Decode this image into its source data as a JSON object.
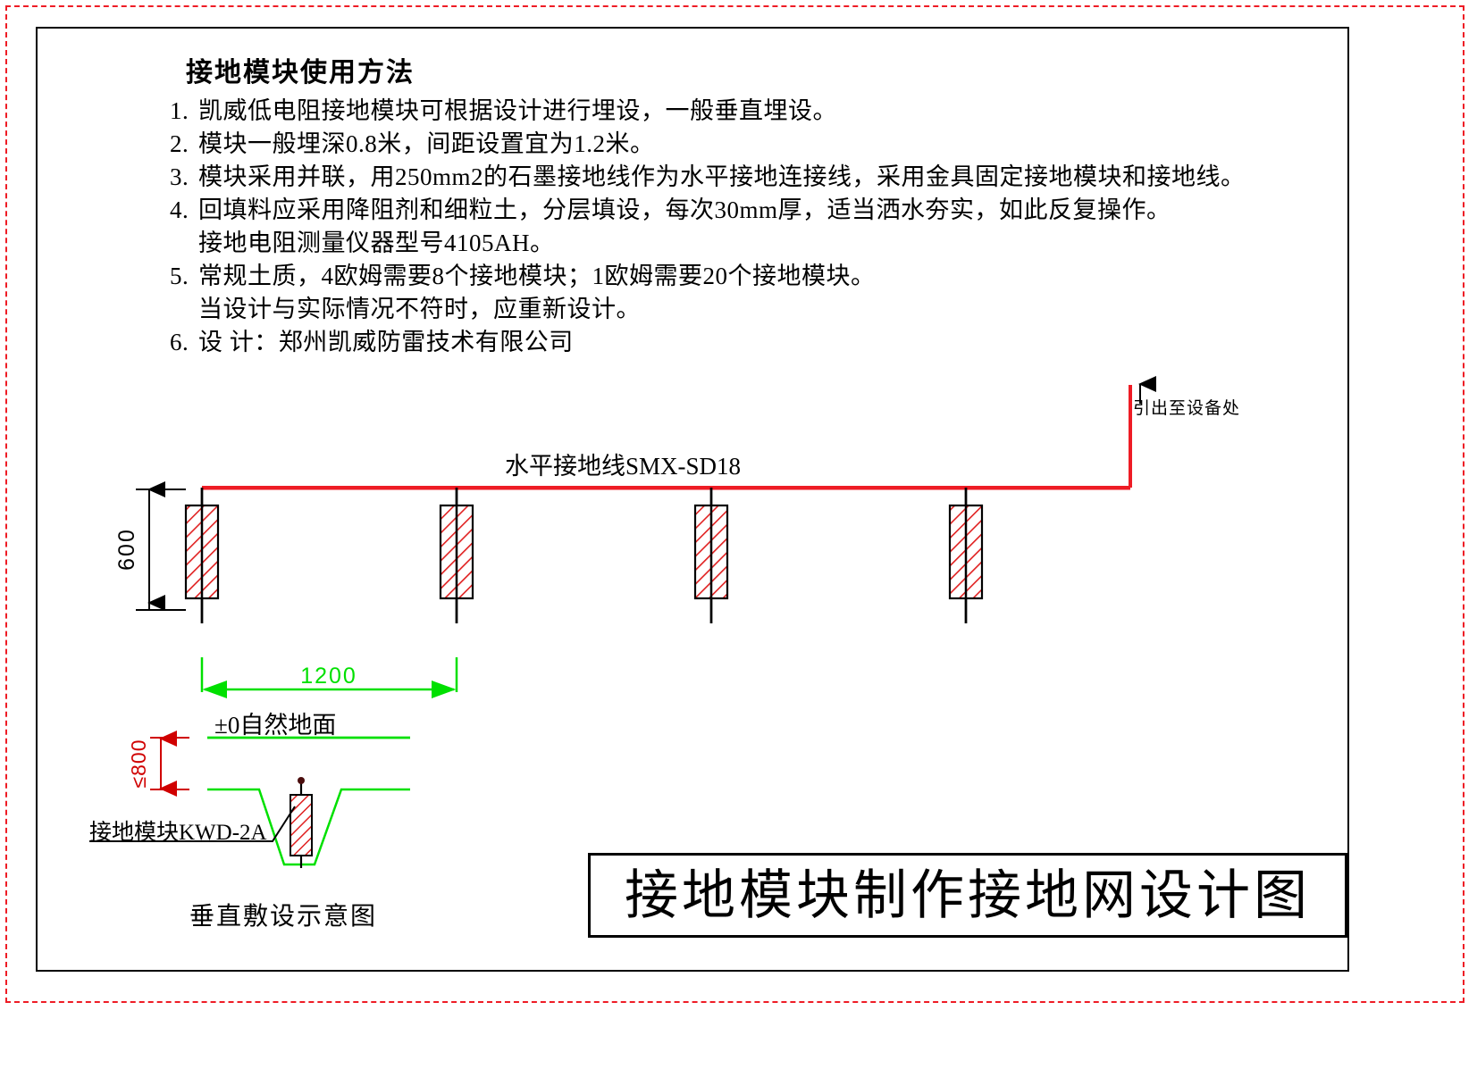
{
  "sheet": {
    "frame_color": "#000000",
    "margin_color": "#ee1c25"
  },
  "notes": {
    "title": "接地模块使用方法",
    "items": [
      {
        "num": "1.",
        "text": "凯威低电阻接地模块可根据设计进行埋设，一般垂直埋设。",
        "continuation": false
      },
      {
        "num": "2.",
        "text": "模块一般埋深0.8米，间距设置宜为1.2米。",
        "continuation": false
      },
      {
        "num": "3.",
        "text": "模块采用并联，用250mm2的石墨接地线作为水平接地连接线，采用金具固定接地模块和接地线。",
        "continuation": false
      },
      {
        "num": "4.",
        "text": "回填料应采用降阻剂和细粒土，分层填设，每次30mm厚，适当洒水夯实，如此反复操作。",
        "continuation": false
      },
      {
        "num": "",
        "text": "接地电阻测量仪器型号4105AH。",
        "continuation": true
      },
      {
        "num": "5.",
        "text": "常规土质，4欧姆需要8个接地模块；1欧姆需要20个接地模块。",
        "continuation": false
      },
      {
        "num": "",
        "text": "当设计与实际情况不符时，应重新设计。",
        "continuation": true
      },
      {
        "num": "6.",
        "text": "设 计：郑州凯威防雷技术有限公司",
        "continuation": false
      }
    ]
  },
  "plan_diagram": {
    "horizontal_wire_label": "水平接地线SMX-SD18",
    "lead_out_label": "引出至设备处",
    "wire_color": "#ee1c25",
    "module_fill_hatch_color": "#e02020",
    "module_count": 4,
    "dimension_depth": "600",
    "dimension_spacing": "1200",
    "dimension_spacing_color": "#00e000"
  },
  "section_diagram": {
    "ground_level_label": "±0自然地面",
    "burial_depth_label": "≤800",
    "burial_depth_color": "#d00000",
    "module_callout": "接地模块KWD-2A",
    "caption": "垂直敷设示意图",
    "ground_line_color": "#00e000"
  },
  "title_block": {
    "title": "接地模块制作接地网设计图"
  }
}
